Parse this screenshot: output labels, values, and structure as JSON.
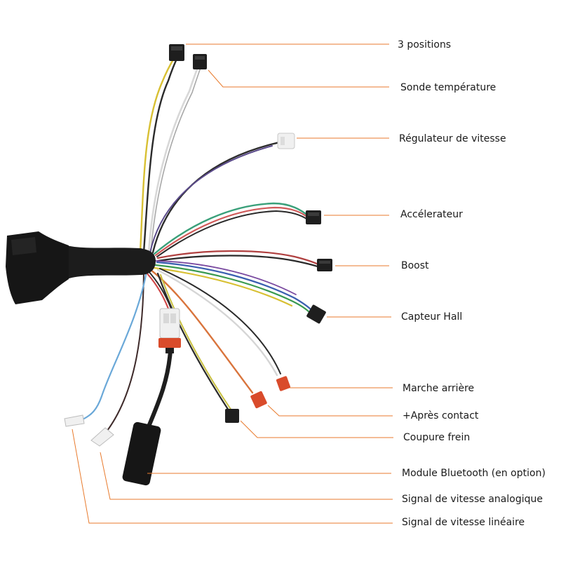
{
  "colors": {
    "leader": "#e87a2c",
    "cable": "#1b1b1b",
    "connector_black": "#1e1e1e",
    "connector_white": "#f0f0f0",
    "connector_red": "#d94b2b",
    "label_text": "#1a1a1a"
  },
  "labels": [
    {
      "id": "3-positions",
      "text": "3 positions"
    },
    {
      "id": "sonde-temperature",
      "text": "Sonde température"
    },
    {
      "id": "regulateur-vitesse",
      "text": "Régulateur de vitesse"
    },
    {
      "id": "accelerateur",
      "text": "Accélerateur"
    },
    {
      "id": "boost",
      "text": "Boost"
    },
    {
      "id": "capteur-hall",
      "text": "Capteur Hall"
    },
    {
      "id": "marche-arriere",
      "text": "Marche arrière"
    },
    {
      "id": "apres-contact",
      "text": "+Après contact"
    },
    {
      "id": "coupure-frein",
      "text": "Coupure frein"
    },
    {
      "id": "module-bluetooth",
      "text": "Module Bluetooth (en option)"
    },
    {
      "id": "signal-analogique",
      "text": "Signal de vitesse analogique"
    },
    {
      "id": "signal-lineaire",
      "text": "Signal de vitesse linéaire"
    }
  ]
}
